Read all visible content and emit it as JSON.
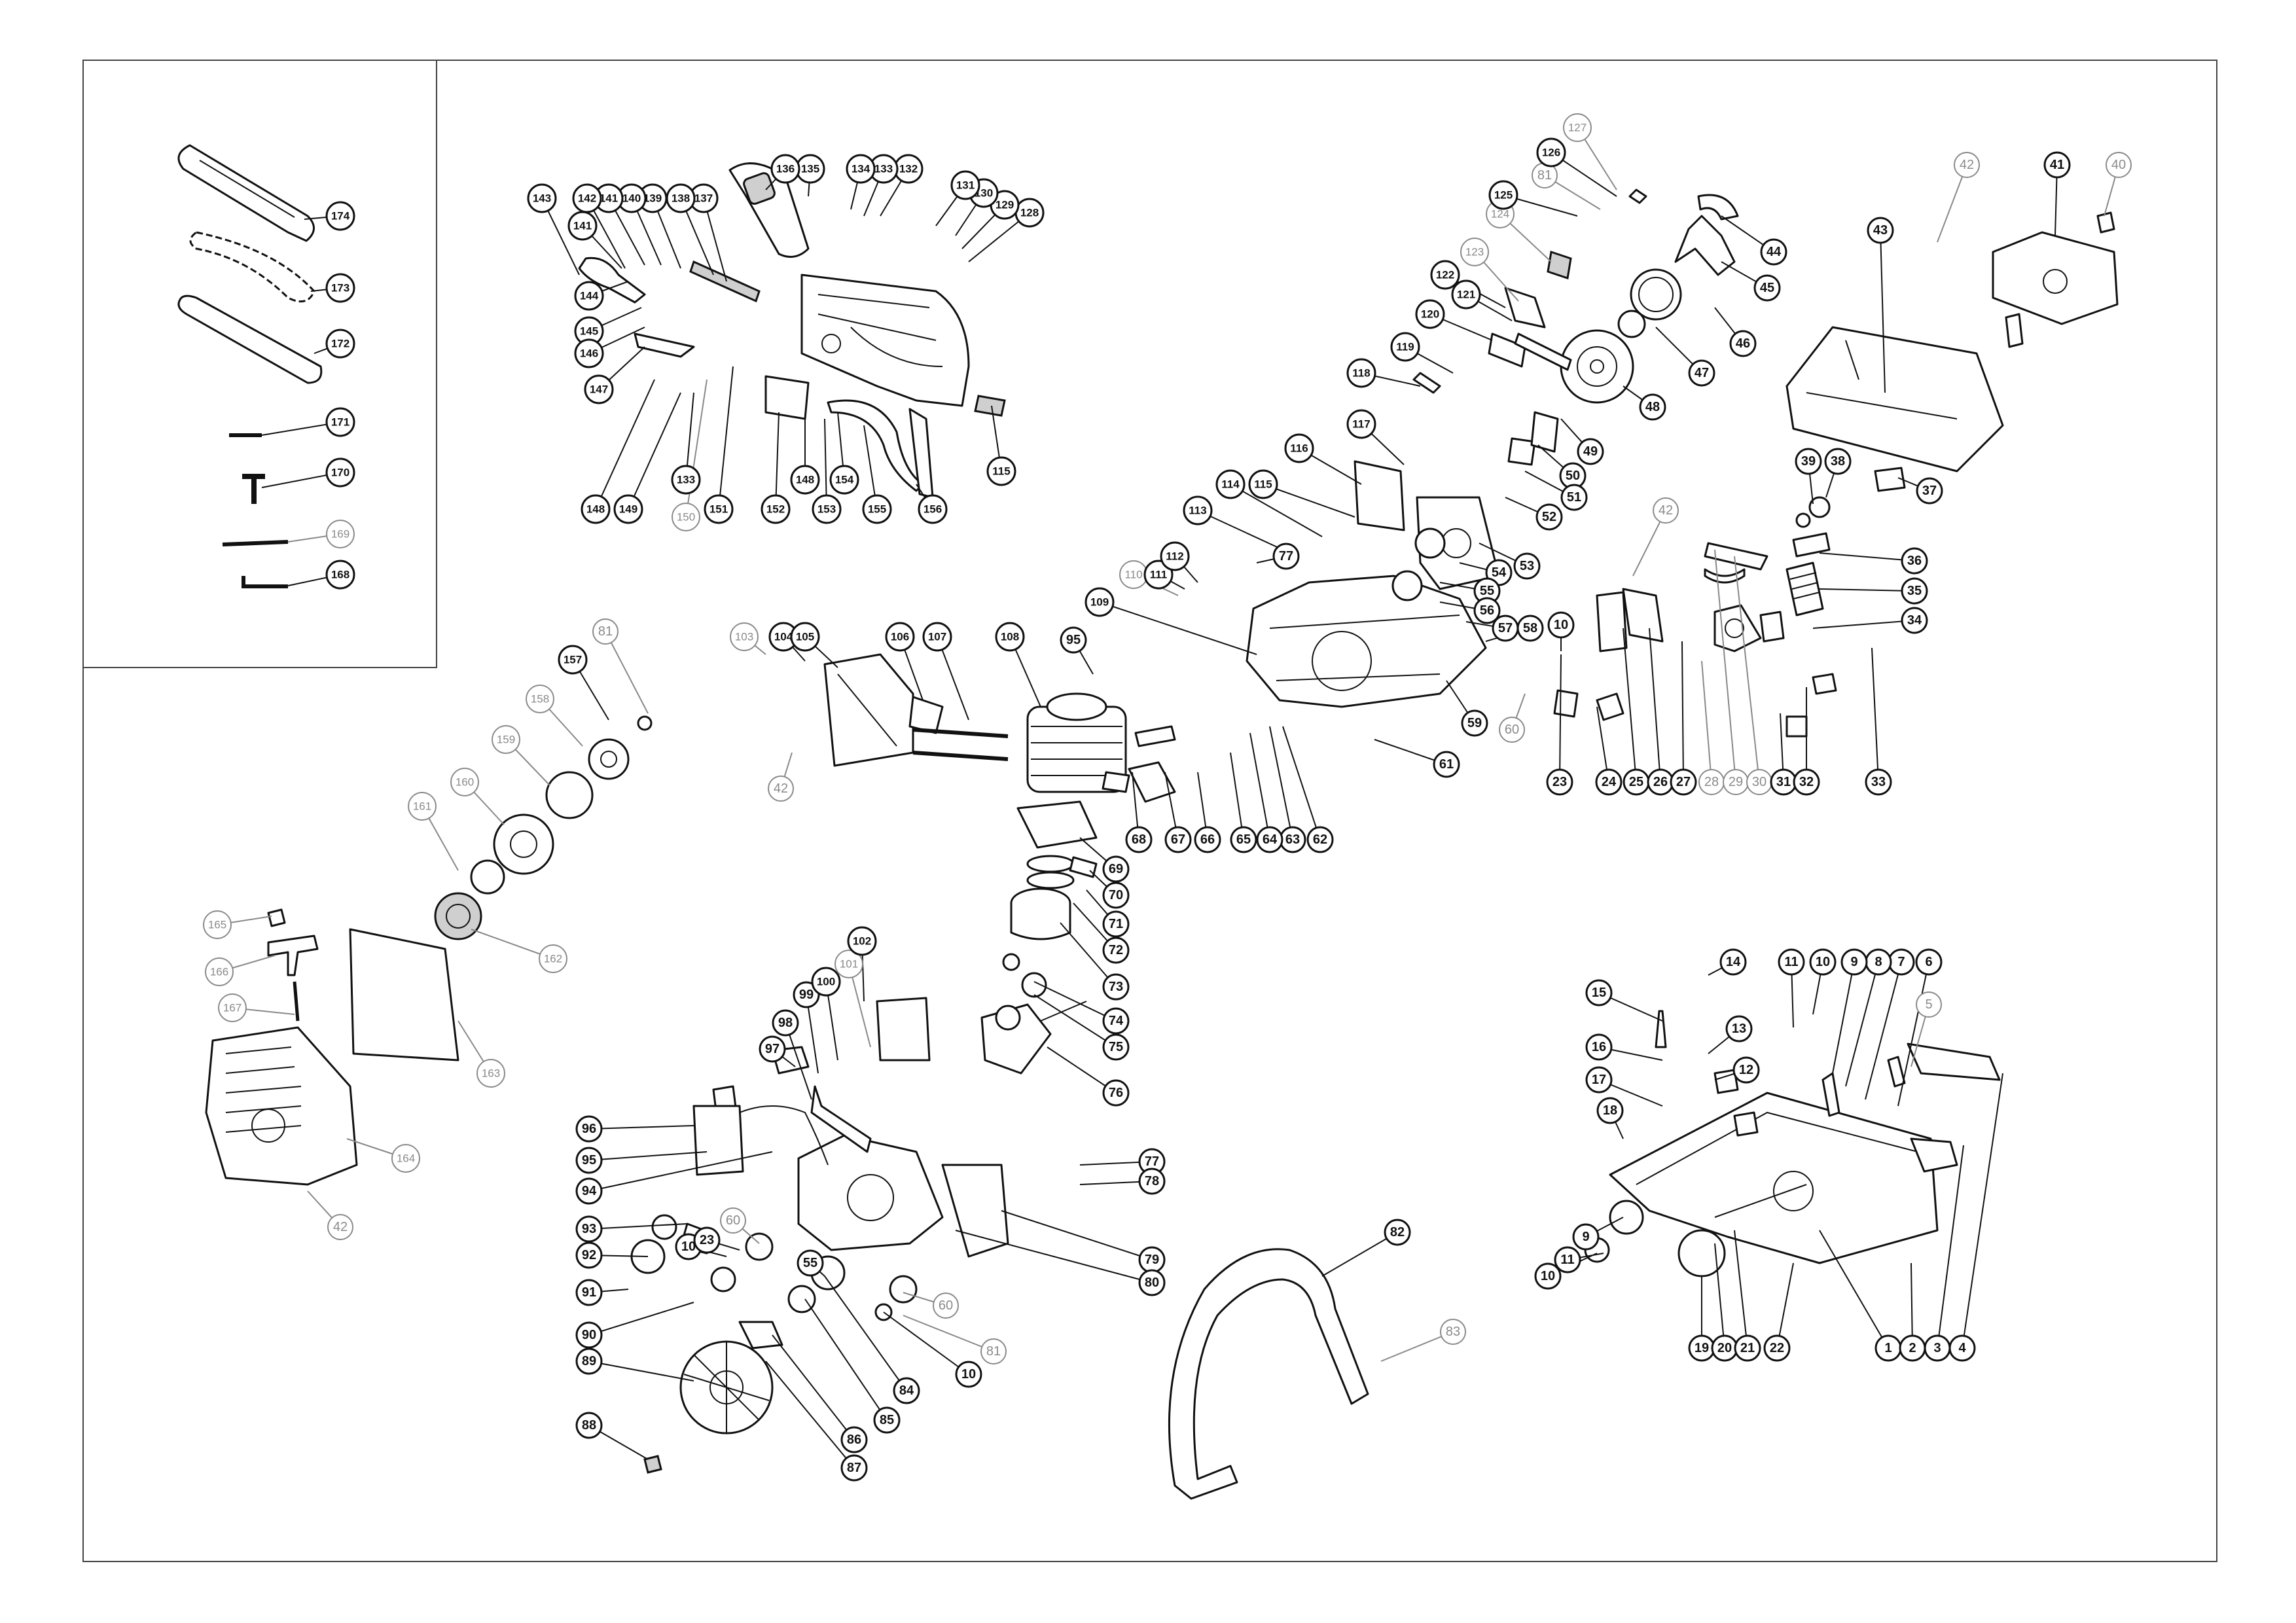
{
  "diagram": {
    "kind": "exploded-parts-diagram",
    "subject": "chainsaw",
    "colors": {
      "ink": "#111111",
      "faded_callout": "#8a8a8a",
      "part_shade": "#cfcfcf"
    },
    "callouts": [
      {
        "id": "1",
        "label": "1"
      },
      {
        "id": "2",
        "label": "2"
      },
      {
        "id": "3",
        "label": "3"
      },
      {
        "id": "4",
        "label": "4"
      },
      {
        "id": "5",
        "label": "5",
        "style": "faded"
      },
      {
        "id": "6",
        "label": "6"
      },
      {
        "id": "7",
        "label": "7"
      },
      {
        "id": "8",
        "label": "8"
      },
      {
        "id": "9",
        "label": "9"
      },
      {
        "id": "10",
        "label": "10"
      },
      {
        "id": "11",
        "label": "11"
      },
      {
        "id": "12",
        "label": "12"
      },
      {
        "id": "13",
        "label": "13"
      },
      {
        "id": "14",
        "label": "14"
      },
      {
        "id": "15",
        "label": "15"
      },
      {
        "id": "16",
        "label": "16"
      },
      {
        "id": "17",
        "label": "17"
      },
      {
        "id": "18",
        "label": "18"
      },
      {
        "id": "9b",
        "label": "9"
      },
      {
        "id": "10b",
        "label": "10"
      },
      {
        "id": "11b",
        "label": "11"
      },
      {
        "id": "19",
        "label": "19"
      },
      {
        "id": "20",
        "label": "20"
      },
      {
        "id": "21",
        "label": "21"
      },
      {
        "id": "22",
        "label": "22"
      },
      {
        "id": "23",
        "label": "23"
      },
      {
        "id": "24",
        "label": "24"
      },
      {
        "id": "25",
        "label": "25"
      },
      {
        "id": "26",
        "label": "26"
      },
      {
        "id": "27",
        "label": "27"
      },
      {
        "id": "28",
        "label": "28",
        "style": "faded"
      },
      {
        "id": "29",
        "label": "29",
        "style": "faded"
      },
      {
        "id": "30",
        "label": "30",
        "style": "faded"
      },
      {
        "id": "31",
        "label": "31"
      },
      {
        "id": "32",
        "label": "32"
      },
      {
        "id": "33",
        "label": "33"
      },
      {
        "id": "34",
        "label": "34"
      },
      {
        "id": "35",
        "label": "35"
      },
      {
        "id": "36",
        "label": "36"
      },
      {
        "id": "37",
        "label": "37"
      },
      {
        "id": "38",
        "label": "38"
      },
      {
        "id": "39",
        "label": "39"
      },
      {
        "id": "40",
        "label": "40",
        "style": "faded"
      },
      {
        "id": "41",
        "label": "41"
      },
      {
        "id": "42a",
        "label": "42",
        "style": "faded"
      },
      {
        "id": "43",
        "label": "43"
      },
      {
        "id": "44",
        "label": "44"
      },
      {
        "id": "45",
        "label": "45"
      },
      {
        "id": "46",
        "label": "46"
      },
      {
        "id": "47",
        "label": "47"
      },
      {
        "id": "48",
        "label": "48"
      },
      {
        "id": "49",
        "label": "49"
      },
      {
        "id": "50",
        "label": "50"
      },
      {
        "id": "51",
        "label": "51"
      },
      {
        "id": "52",
        "label": "52"
      },
      {
        "id": "53",
        "label": "53"
      },
      {
        "id": "54",
        "label": "54"
      },
      {
        "id": "55a",
        "label": "55"
      },
      {
        "id": "56",
        "label": "56"
      },
      {
        "id": "57",
        "label": "57"
      },
      {
        "id": "58",
        "label": "58"
      },
      {
        "id": "10c",
        "label": "10"
      },
      {
        "id": "42b",
        "label": "42",
        "style": "faded"
      },
      {
        "id": "59",
        "label": "59"
      },
      {
        "id": "60a",
        "label": "60",
        "style": "faded"
      },
      {
        "id": "61",
        "label": "61"
      },
      {
        "id": "62",
        "label": "62"
      },
      {
        "id": "63",
        "label": "63"
      },
      {
        "id": "64",
        "label": "64"
      },
      {
        "id": "65",
        "label": "65"
      },
      {
        "id": "66",
        "label": "66"
      },
      {
        "id": "67",
        "label": "67"
      },
      {
        "id": "68",
        "label": "68"
      },
      {
        "id": "69",
        "label": "69"
      },
      {
        "id": "70",
        "label": "70"
      },
      {
        "id": "71",
        "label": "71"
      },
      {
        "id": "72",
        "label": "72"
      },
      {
        "id": "73",
        "label": "73"
      },
      {
        "id": "74",
        "label": "74"
      },
      {
        "id": "75",
        "label": "75"
      },
      {
        "id": "76",
        "label": "76"
      },
      {
        "id": "77a",
        "label": "77"
      },
      {
        "id": "78",
        "label": "78"
      },
      {
        "id": "79",
        "label": "79"
      },
      {
        "id": "80",
        "label": "80"
      },
      {
        "id": "81a",
        "label": "81",
        "style": "faded"
      },
      {
        "id": "60b",
        "label": "60",
        "style": "faded"
      },
      {
        "id": "10d",
        "label": "10"
      },
      {
        "id": "84",
        "label": "84"
      },
      {
        "id": "85",
        "label": "85"
      },
      {
        "id": "86",
        "label": "86"
      },
      {
        "id": "87",
        "label": "87"
      },
      {
        "id": "88",
        "label": "88"
      },
      {
        "id": "89",
        "label": "89"
      },
      {
        "id": "90",
        "label": "90"
      },
      {
        "id": "91",
        "label": "91"
      },
      {
        "id": "92",
        "label": "92"
      },
      {
        "id": "93",
        "label": "93"
      },
      {
        "id": "60c",
        "label": "60",
        "style": "faded"
      },
      {
        "id": "10e",
        "label": "10"
      },
      {
        "id": "23b",
        "label": "23"
      },
      {
        "id": "55b",
        "label": "55"
      },
      {
        "id": "94",
        "label": "94"
      },
      {
        "id": "95a",
        "label": "95"
      },
      {
        "id": "96",
        "label": "96"
      },
      {
        "id": "97",
        "label": "97"
      },
      {
        "id": "98",
        "label": "98"
      },
      {
        "id": "99",
        "label": "99"
      },
      {
        "id": "100",
        "label": "100"
      },
      {
        "id": "101",
        "label": "101",
        "style": "faded"
      },
      {
        "id": "102",
        "label": "102"
      },
      {
        "id": "82",
        "label": "82"
      },
      {
        "id": "83",
        "label": "83",
        "style": "faded"
      },
      {
        "id": "103",
        "label": "103",
        "style": "faded"
      },
      {
        "id": "104",
        "label": "104"
      },
      {
        "id": "105",
        "label": "105"
      },
      {
        "id": "106",
        "label": "106"
      },
      {
        "id": "107",
        "label": "107"
      },
      {
        "id": "108",
        "label": "108"
      },
      {
        "id": "95b",
        "label": "95"
      },
      {
        "id": "42c",
        "label": "42",
        "style": "faded"
      },
      {
        "id": "109",
        "label": "109"
      },
      {
        "id": "110",
        "label": "110",
        "style": "faded"
      },
      {
        "id": "111",
        "label": "111"
      },
      {
        "id": "112",
        "label": "112"
      },
      {
        "id": "113",
        "label": "113"
      },
      {
        "id": "114",
        "label": "114"
      },
      {
        "id": "115a",
        "label": "115"
      },
      {
        "id": "77b",
        "label": "77"
      },
      {
        "id": "116",
        "label": "116"
      },
      {
        "id": "117",
        "label": "117"
      },
      {
        "id": "118",
        "label": "118"
      },
      {
        "id": "119",
        "label": "119"
      },
      {
        "id": "120",
        "label": "120"
      },
      {
        "id": "121",
        "label": "121"
      },
      {
        "id": "122",
        "label": "122"
      },
      {
        "id": "123",
        "label": "123",
        "style": "faded"
      },
      {
        "id": "124",
        "label": "124",
        "style": "faded"
      },
      {
        "id": "125",
        "label": "125"
      },
      {
        "id": "81b",
        "label": "81",
        "style": "faded"
      },
      {
        "id": "126",
        "label": "126"
      },
      {
        "id": "127",
        "label": "127",
        "style": "faded"
      },
      {
        "id": "128",
        "label": "128"
      },
      {
        "id": "129",
        "label": "129"
      },
      {
        "id": "130",
        "label": "130"
      },
      {
        "id": "131",
        "label": "131"
      },
      {
        "id": "132",
        "label": "132"
      },
      {
        "id": "133a",
        "label": "133"
      },
      {
        "id": "134",
        "label": "134"
      },
      {
        "id": "135",
        "label": "135"
      },
      {
        "id": "136",
        "label": "136"
      },
      {
        "id": "137",
        "label": "137"
      },
      {
        "id": "138",
        "label": "138"
      },
      {
        "id": "139",
        "label": "139"
      },
      {
        "id": "140",
        "label": "140"
      },
      {
        "id": "141a",
        "label": "141"
      },
      {
        "id": "142",
        "label": "142"
      },
      {
        "id": "143",
        "label": "143"
      },
      {
        "id": "141b",
        "label": "141"
      },
      {
        "id": "144",
        "label": "144"
      },
      {
        "id": "145",
        "label": "145"
      },
      {
        "id": "146",
        "label": "146"
      },
      {
        "id": "147",
        "label": "147"
      },
      {
        "id": "148a",
        "label": "148"
      },
      {
        "id": "149",
        "label": "149"
      },
      {
        "id": "133b",
        "label": "133"
      },
      {
        "id": "150",
        "label": "150",
        "style": "faded"
      },
      {
        "id": "151",
        "label": "151"
      },
      {
        "id": "152",
        "label": "152"
      },
      {
        "id": "148b",
        "label": "148"
      },
      {
        "id": "153",
        "label": "153"
      },
      {
        "id": "154",
        "label": "154"
      },
      {
        "id": "155",
        "label": "155"
      },
      {
        "id": "156",
        "label": "156"
      },
      {
        "id": "115b",
        "label": "115"
      },
      {
        "id": "157",
        "label": "157"
      },
      {
        "id": "81c",
        "label": "81",
        "style": "faded"
      },
      {
        "id": "158",
        "label": "158",
        "style": "faded"
      },
      {
        "id": "159",
        "label": "159",
        "style": "faded"
      },
      {
        "id": "160",
        "label": "160",
        "style": "faded"
      },
      {
        "id": "161",
        "label": "161",
        "style": "faded"
      },
      {
        "id": "162",
        "label": "162",
        "style": "faded"
      },
      {
        "id": "163",
        "label": "163",
        "style": "faded"
      },
      {
        "id": "164",
        "label": "164",
        "style": "faded"
      },
      {
        "id": "165",
        "label": "165",
        "style": "faded"
      },
      {
        "id": "166",
        "label": "166",
        "style": "faded"
      },
      {
        "id": "167",
        "label": "167",
        "style": "faded"
      },
      {
        "id": "42d",
        "label": "42",
        "style": "faded"
      },
      {
        "id": "174",
        "label": "174"
      },
      {
        "id": "173",
        "label": "173"
      },
      {
        "id": "172",
        "label": "172"
      },
      {
        "id": "171",
        "label": "171"
      },
      {
        "id": "170",
        "label": "170"
      },
      {
        "id": "169",
        "label": "169",
        "style": "faded"
      },
      {
        "id": "168",
        "label": "168"
      }
    ]
  }
}
